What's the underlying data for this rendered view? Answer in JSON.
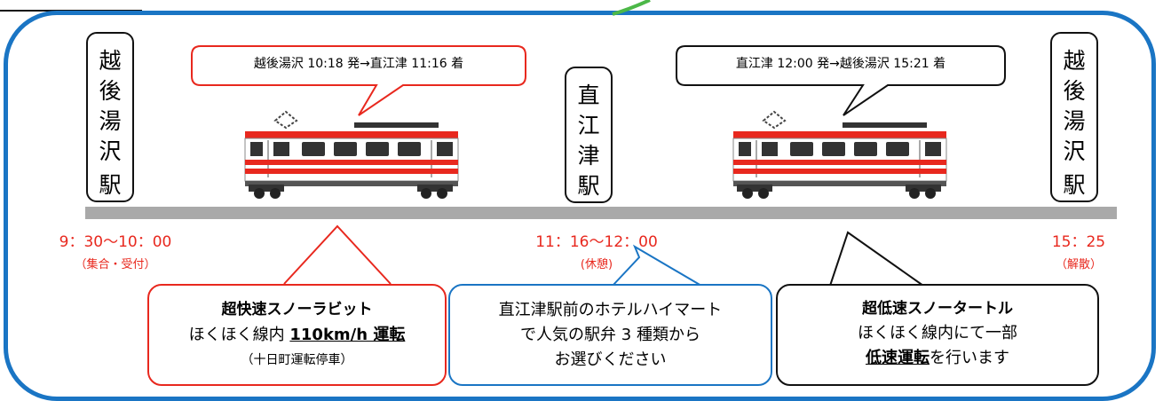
{
  "stations": {
    "left": [
      "越",
      "後",
      "湯",
      "沢",
      "駅"
    ],
    "middle": [
      "直",
      "江",
      "津",
      "駅"
    ],
    "right": [
      "越",
      "後",
      "湯",
      "沢",
      "駅"
    ]
  },
  "times": {
    "start": "9：30〜10：00",
    "start_note": "（集合・受付）",
    "mid": "11：16〜12：00",
    "mid_note": "(休憩)",
    "end": "15：25",
    "end_note": "（解散）"
  },
  "top_bubbles": {
    "outbound": "越後湯沢 10:18 発→直江津 11:16 着",
    "inbound": "直江津 12:00 発→越後湯沢 15:21 着"
  },
  "bottom_bubbles": {
    "rapid": {
      "title": "超快速スノーラビット",
      "line2_prefix": "ほくほく線内 ",
      "line2_highlight": "110km/h 運転",
      "line3": "（十日町運転停車）"
    },
    "bento": {
      "line1": "直江津駅前のホテルハイマート",
      "line2": "で人気の駅弁 3 種類から",
      "line3": "お選びください"
    },
    "slow": {
      "title": "超低速スノータートル",
      "line2": "ほくほく線内にて一部",
      "line3_highlight": "低速運転",
      "line3_suffix": "を行います"
    }
  },
  "colors": {
    "frame": "#1a75c4",
    "accent_red": "#e8281e",
    "bento_border": "#1a75c4",
    "train_red": "#e8281e",
    "train_body": "#ffffff",
    "rail": "#a9a9a9"
  }
}
